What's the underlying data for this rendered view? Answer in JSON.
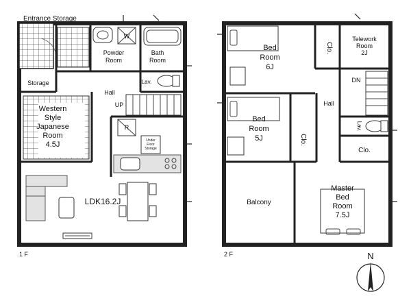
{
  "floor1": {
    "caption": "1 F",
    "rooms": {
      "entrance_storage": "Entrance Storage",
      "powder_room": [
        "Powder",
        "Room"
      ],
      "bath_room": [
        "Bath",
        "Room"
      ],
      "washer_mark": "W",
      "storage": "Storage",
      "lavatory": "Lav.",
      "hall": "Hall",
      "stairs_up": "UP",
      "western_room": [
        "Western",
        "Style",
        "Japanese",
        "Room",
        "4.5J"
      ],
      "refrigerator_mark": "R",
      "underfloor_storage": [
        "Under",
        "Floor",
        "Storage"
      ],
      "ldk": "LDK16.2J"
    }
  },
  "floor2": {
    "caption": "2 F",
    "rooms": {
      "bed_room_6": [
        "Bed",
        "Room",
        "6J"
      ],
      "closet_1": "Clo.",
      "telework_room": [
        "Telework",
        "Room",
        "2J"
      ],
      "stairs_down": "DN",
      "hall": "Hall",
      "bed_room_5": [
        "Bed",
        "Room",
        "5J"
      ],
      "closet_2": "Clo.",
      "lavatory": "Lav.",
      "closet_3": "Clo.",
      "balcony": "Balcony",
      "master_bed_room": [
        "Master",
        "Bed",
        "Room",
        "7.5J"
      ]
    }
  },
  "compass": {
    "north": "N"
  }
}
